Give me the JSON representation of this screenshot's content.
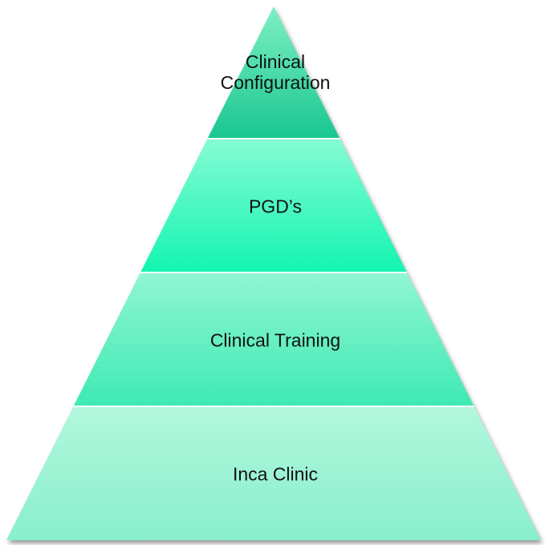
{
  "diagram": {
    "type": "pyramid",
    "tiers": [
      {
        "id": "top",
        "label_lines": [
          "Clinical",
          "Configuration"
        ],
        "color_light": "#7ef0c4",
        "color_dark": "#19c690"
      },
      {
        "id": "upper-middle",
        "label_lines": [
          "PGD’s"
        ],
        "color_light": "#86fbd4",
        "color_dark": "#12f5b0"
      },
      {
        "id": "lower-middle",
        "label_lines": [
          "Clinical Training"
        ],
        "color_light": "#90f6d2",
        "color_dark": "#3fe9b4"
      },
      {
        "id": "base",
        "label_lines": [
          "Inca Clinic"
        ],
        "color_light": "#b3f7dd",
        "color_dark": "#88efcc"
      }
    ],
    "separator_color": "#ffffff",
    "shadow_color": "#9a9a9a"
  }
}
